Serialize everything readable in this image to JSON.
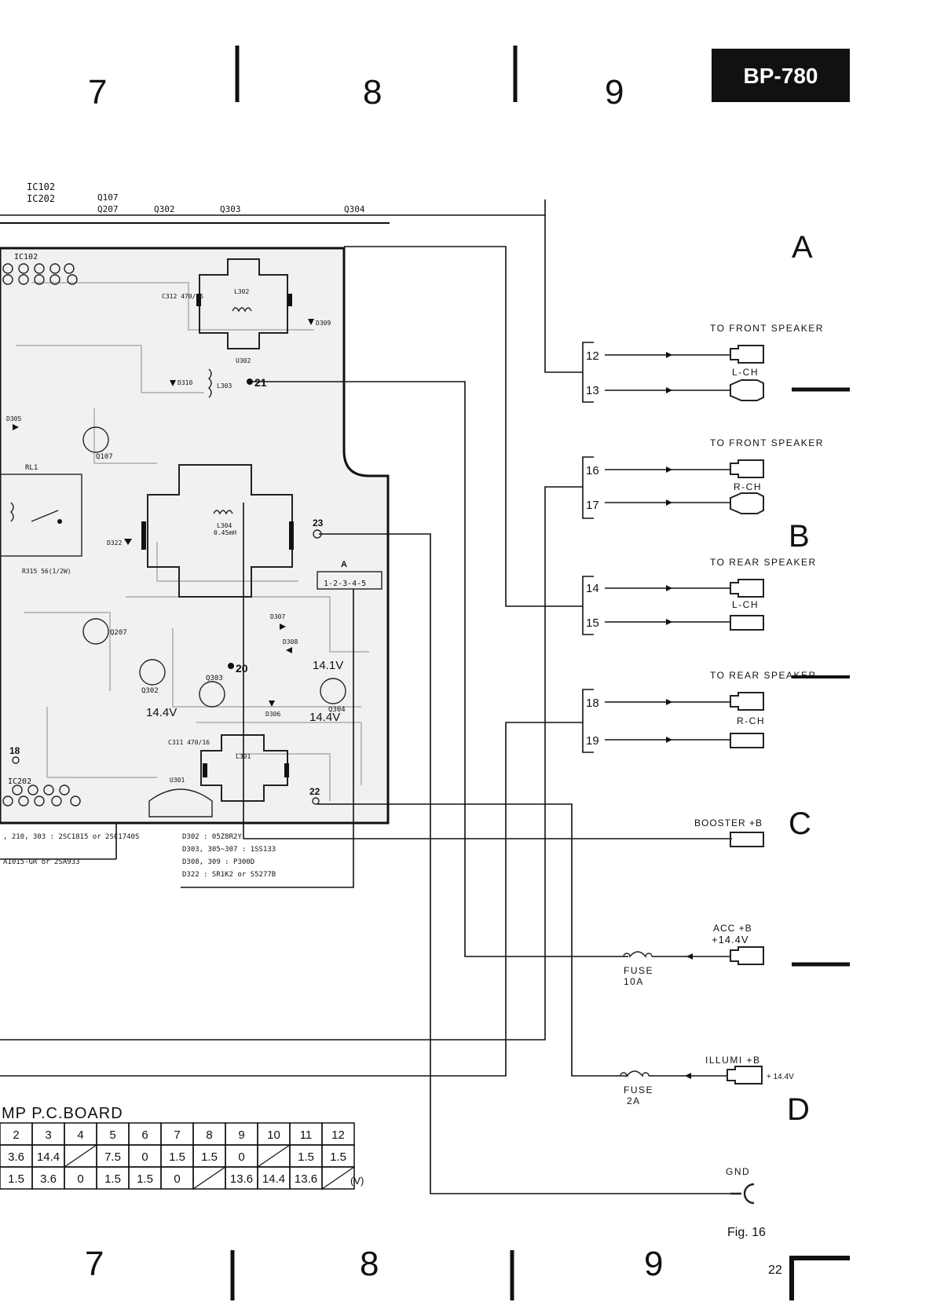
{
  "header": {
    "model_badge": "BP-780",
    "grid_top": [
      "7",
      "8",
      "9"
    ],
    "grid_bottom": [
      "7",
      "8",
      "9"
    ]
  },
  "row_markers": [
    "A",
    "B",
    "C",
    "D"
  ],
  "top_labels": {
    "ic": [
      "IC102",
      "IC202"
    ],
    "q107": [
      "Q107",
      "Q207"
    ],
    "q302": "Q302",
    "q303": "Q303",
    "q304": "Q304"
  },
  "board_labels": {
    "ic102": "IC102",
    "ic202": "IC202",
    "q107": "Q107",
    "q207": "Q207",
    "q302": "Q302",
    "q303": "Q303",
    "q304": "Q304",
    "l302": "L302",
    "l303": "L303",
    "l304": "L304",
    "l304_val": "0.45mH",
    "l301": "L301",
    "u301": "U301",
    "u302": "U302",
    "d309": "D309",
    "d310": "D310",
    "d322": "D322",
    "d307": "D307",
    "d308": "D308",
    "d306": "D306",
    "d305": "D305",
    "rl1": "RL1",
    "r315": "R315 56(1/2W)",
    "c312": "C312 470/16",
    "c311": "C311 470/16",
    "pt_21": "21",
    "pt_20": "20",
    "pt_22": "22",
    "pt_23": "23",
    "pt_18": "18",
    "conn_a": "A",
    "conn_a_pins": "1-2-3-4-5",
    "v_14_4_left": "14.4V",
    "v_14_1": "14.1V",
    "v_14_4_right": "14.4V"
  },
  "notes": [
    ", 210, 303 : 2SC1815 or 2SC1740S",
    "A1015-GR or 2SA933",
    "D302 : 05Z8R2Y",
    "D303, 305~307 : 1SS133",
    "D308, 309 : P300D",
    "D322 : SR1K2 or S5277B"
  ],
  "connectors": [
    {
      "group_title": "TO FRONT SPEAKER",
      "channel": "L-CH",
      "pins": [
        "12",
        "13"
      ]
    },
    {
      "group_title": "TO FRONT SPEAKER",
      "channel": "R-CH",
      "pins": [
        "16",
        "17"
      ]
    },
    {
      "group_title": "TO REAR SPEAKER",
      "channel": "L-CH",
      "pins": [
        "14",
        "15"
      ]
    },
    {
      "group_title": "TO REAR SPEAKER",
      "channel": "R-CH",
      "pins": [
        "18",
        "19"
      ]
    }
  ],
  "power": {
    "booster": "BOOSTER +B",
    "acc_label": "ACC +B",
    "acc_voltage": "+14.4V",
    "fuse1_label": "FUSE",
    "fuse1_value": "10A",
    "illumi_label": "ILLUMI +B",
    "illumi_voltage": "+ 14.4V",
    "fuse2_label": "FUSE",
    "fuse2_value": "2A",
    "gnd": "GND"
  },
  "voltage_table": {
    "title": "MP P.C.BOARD",
    "header": [
      "2",
      "3",
      "4",
      "5",
      "6",
      "7",
      "8",
      "9",
      "10",
      "11",
      "12"
    ],
    "row1": [
      "3.6",
      "14.4",
      "",
      "7.5",
      "0",
      "1.5",
      "1.5",
      "0",
      "",
      "1.5",
      "1.5"
    ],
    "row2": [
      "1.5",
      "3.6",
      "0",
      "1.5",
      "1.5",
      "0",
      "",
      "13.6",
      "14.4",
      "13.6",
      ""
    ],
    "unit": "(V)"
  },
  "footer": {
    "fig": "Fig. 16",
    "page": "22"
  }
}
